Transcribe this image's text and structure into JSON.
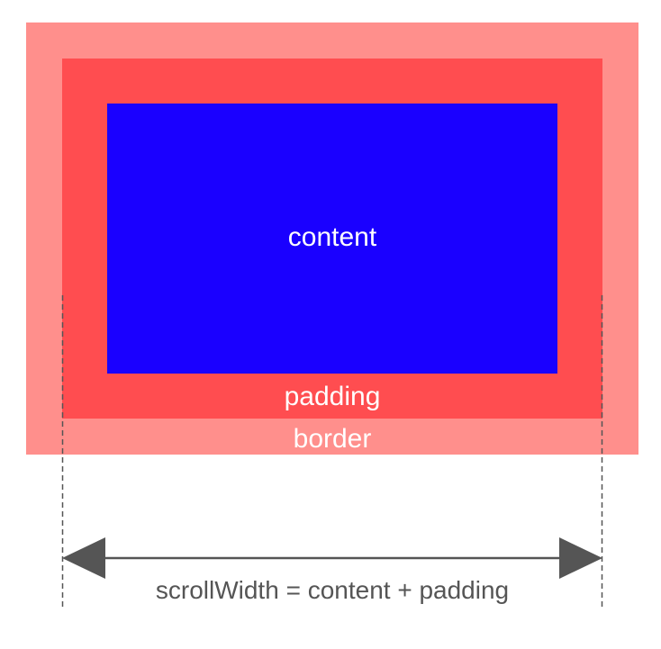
{
  "diagram": {
    "content_label": "content",
    "padding_label": "padding",
    "border_label": "border",
    "measure_label": "scrollWidth = content + padding"
  },
  "colors": {
    "border": "#ff8f8c",
    "padding": "#ff4d50",
    "content": "#1a00ff",
    "measure": "#555555"
  }
}
